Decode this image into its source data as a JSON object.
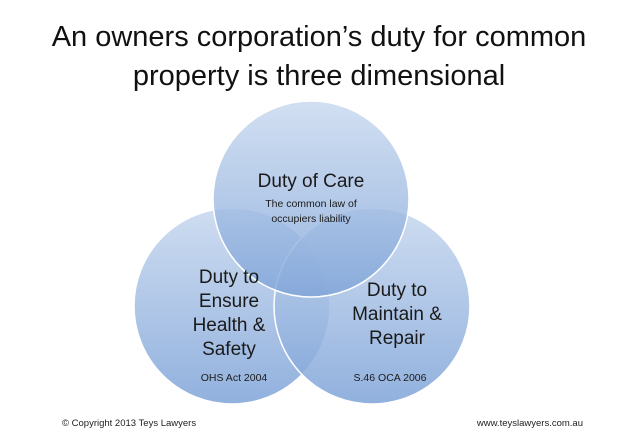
{
  "slide": {
    "title_line1": "An owners corporation’s duty for common",
    "title_line2": "property is three dimensional"
  },
  "venn": {
    "colors": {
      "fill_top": "#c6d7ee",
      "fill_bottom": "#7ea3d8",
      "stroke": "#ffffff"
    },
    "circles": [
      {
        "id": "care",
        "title": "Duty of Care",
        "subtitle_line1": "The common law of",
        "subtitle_line2": "occupiers liability"
      },
      {
        "id": "health-safety",
        "title_line1": "Duty to",
        "title_line2": "Ensure",
        "title_line3": "Health &",
        "title_line4": "Safety",
        "subtitle": "OHS Act 2004"
      },
      {
        "id": "maintain-repair",
        "title_line1": "Duty to",
        "title_line2": "Maintain &",
        "title_line3": "Repair",
        "subtitle": "S.46 OCA 2006"
      }
    ]
  },
  "footer": {
    "copyright": "© Copyright 2013 Teys Lawyers",
    "website": "www.teyslawyers.com.au"
  }
}
